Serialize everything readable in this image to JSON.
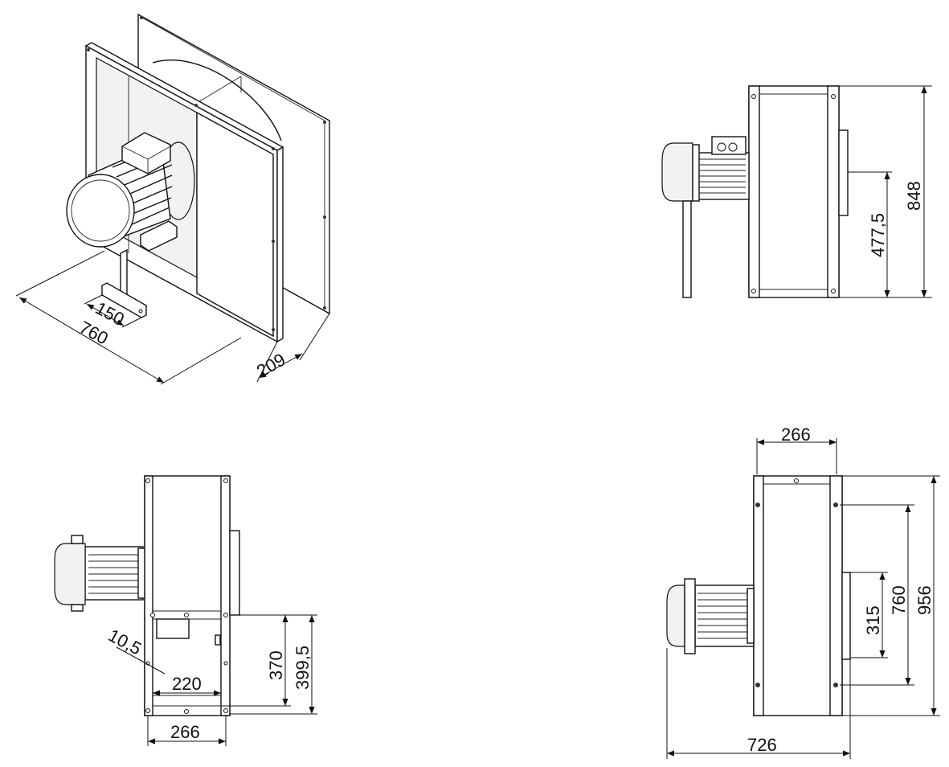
{
  "dimensions": {
    "iso": {
      "d150": "150",
      "d760": "760",
      "d209": "209"
    },
    "side": {
      "d848": "848",
      "d477": "477,5"
    },
    "bottom": {
      "d10": "10,5",
      "d220": "220",
      "d266": "266",
      "d370": "370",
      "d399": "399,5"
    },
    "front": {
      "d266": "266",
      "d726": "726",
      "d315": "315",
      "d760": "760",
      "d956": "956"
    }
  }
}
